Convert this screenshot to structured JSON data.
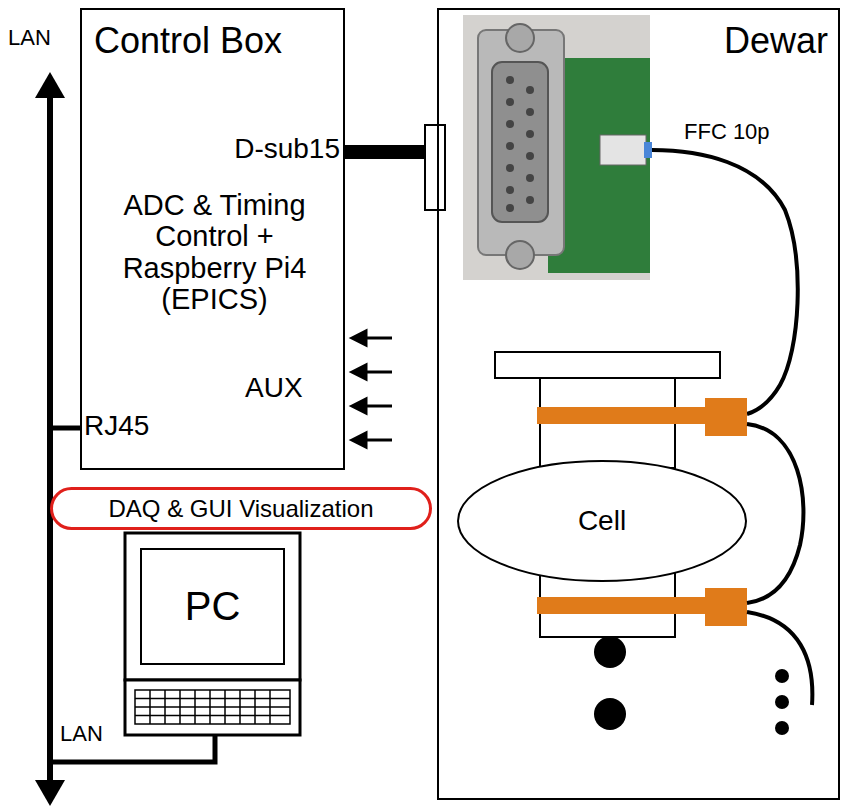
{
  "diagram": {
    "nodes": [
      {
        "text": [
          "Control Box",
          "ADC & Timing Control + Raspberry Pi4 (EPICS)"
        ]
      },
      {
        "text": [
          "DAQ & GUI Visualization"
        ]
      },
      {
        "text": [
          "PC"
        ]
      },
      {
        "text": [
          "Dewar"
        ]
      },
      {
        "text": [
          "Cell"
        ],
        "in": 3
      }
    ],
    "edges": [
      {
        "from": 0,
        "to": 3,
        "arrow": "none"
      }
    ],
    "labels": [
      "LAN",
      "D-sub15",
      "AUX",
      "RJ45",
      "FFC 10p",
      "LAN"
    ]
  }
}
